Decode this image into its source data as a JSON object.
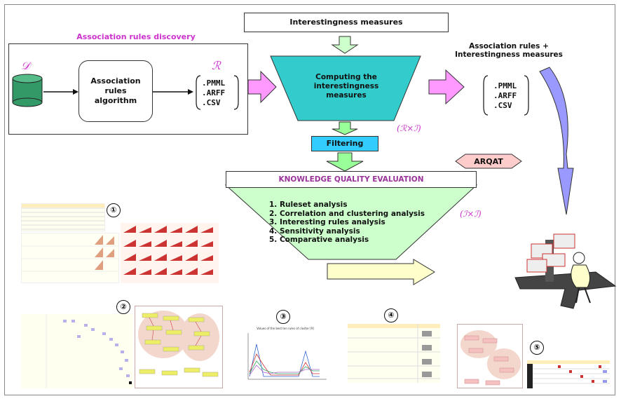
{
  "top_input": {
    "label": "Interestingness measures"
  },
  "discovery": {
    "title": "Association rules discovery",
    "dataset_symbol": "𝒟",
    "algorithm_label": "Association rules algorithm",
    "rules_symbol": "ℛ",
    "formats": [
      ".PMML",
      ".ARFF",
      ".CSV"
    ]
  },
  "computing": {
    "label": "Computing the interestingness measures"
  },
  "product_symbol": "(ℛ×ℐ)",
  "filtering": {
    "label": "Filtering"
  },
  "arqat": {
    "label": "ARQAT"
  },
  "output": {
    "title": "Association rules + Interestingness measures",
    "formats": [
      ".PMML",
      ".ARFF",
      ".CSV"
    ]
  },
  "evaluation": {
    "title": "KNOWLEDGE QUALITY EVALUATION",
    "items": [
      "1. Ruleset analysis",
      "2. Correlation and clustering analysis",
      "3. Interesting rules analysis",
      "4. Sensitivity analysis",
      "5. Comparative analysis"
    ],
    "symbol": "(ℐ×ℐ)"
  },
  "markers": [
    "①",
    "②",
    "③",
    "④",
    "⑤"
  ],
  "chart_thumb_title": "Values of the best ten rules of cluster [9]",
  "colors": {
    "magenta": "#cc33cc",
    "teal": "#33cccc",
    "light_green": "#ccffcc",
    "pale_green": "#99ff99",
    "pink_arrow": "#ff99ff",
    "cyan_box": "#33ccff",
    "arqat_fill": "#ffcccc",
    "violet_arrow": "#9999ff",
    "yellow_arrow": "#ffffcc",
    "db_green": "#339966"
  }
}
